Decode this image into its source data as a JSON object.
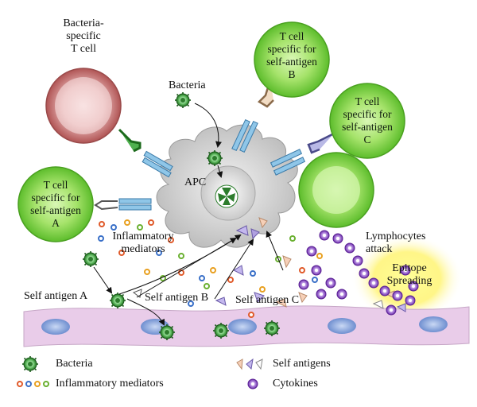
{
  "labels": {
    "bacteria_specific_t_cell": "Bacteria-\nspecific\nT cell",
    "t_cell_b": "T cell\nspecific for\nself-antigen\nB",
    "t_cell_c": "T cell\nspecific for\nself-antigen\nC",
    "t_cell_a": "T cell\nspecific for\nself-antigen\nA",
    "bacteria": "Bacteria",
    "apc": "APC",
    "inflammatory_mediators": "Inflammatory\nmediators",
    "lymphocytes_attack": "Lymphocytes\nattack",
    "epitope_spreading": "Epitope\nSpreading",
    "self_antigen_a": "Self antigen A",
    "self_antigen_b": "Self antigen B",
    "self_antigen_c": "Self antigen C"
  },
  "legend": {
    "bacteria": "Bacteria",
    "inflammatory_mediators": "Inflammatory mediators",
    "self_antigens": "Self antigens",
    "cytokines": "Cytokines"
  },
  "colors": {
    "green_cell": "#7fd14a",
    "red_cell": "#c46a6a",
    "apc": "#c9c9c9",
    "tissue": "#e8c8e8",
    "nucleus": "#7f9fd9",
    "receptor": "#8fc6e8",
    "cytokine": "#8a3fc4",
    "glow": "#fff36a"
  }
}
